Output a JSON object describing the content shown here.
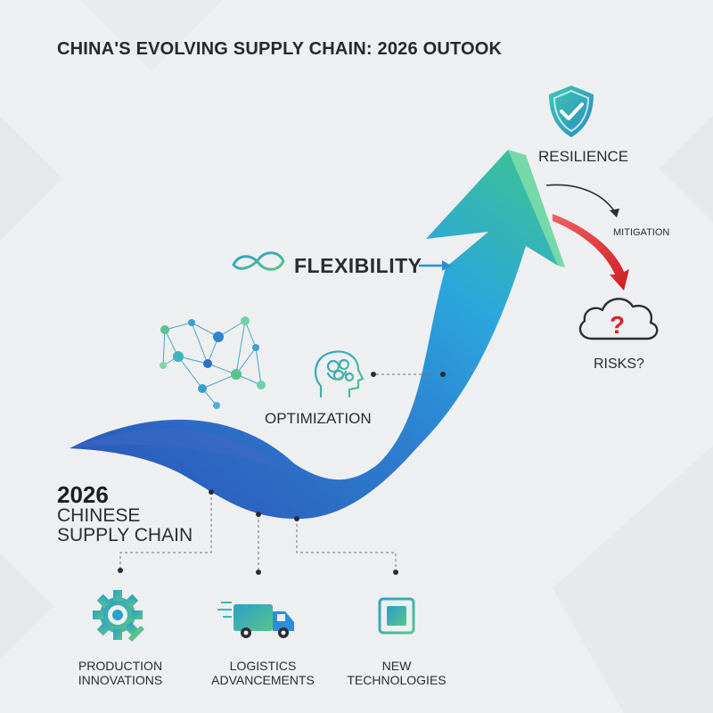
{
  "title": "CHINA'S EVOLVING SUPPLY CHAIN: 2026 OUTOOK",
  "heading": {
    "year": "2026",
    "line1": "CHINESE",
    "line2": "SUPPLY CHAIN"
  },
  "labels": {
    "flexibility": "FLEXIBILITY",
    "optimization": "OPTIMIZATION",
    "resilience": "RESILIENCE",
    "mitigation": "MITIGATION",
    "risks": "RISKS?"
  },
  "bottom_items": [
    {
      "line1": "PRODUCTION",
      "line2": "INNOVATIONS",
      "icon": "gear-icon"
    },
    {
      "line1": "LOGISTICS",
      "line2": "ADVANCEMENTS",
      "icon": "truck-icon"
    },
    {
      "line1": "NEW",
      "line2": "TECHNOLOGIES",
      "icon": "chip-icon"
    }
  ],
  "icons": {
    "resilience": "shield-check-icon",
    "flexibility": "infinity-icon",
    "optimization": "brain-head-icon",
    "network": "network-icon",
    "risks": "cloud-question-icon"
  },
  "colors": {
    "arrow_start": "#2b4fb5",
    "arrow_mid": "#2ba6dc",
    "arrow_end": "#3fc48e",
    "risk_red": "#e0262b",
    "teal": "#2fa8b8",
    "green": "#5ac28a"
  }
}
